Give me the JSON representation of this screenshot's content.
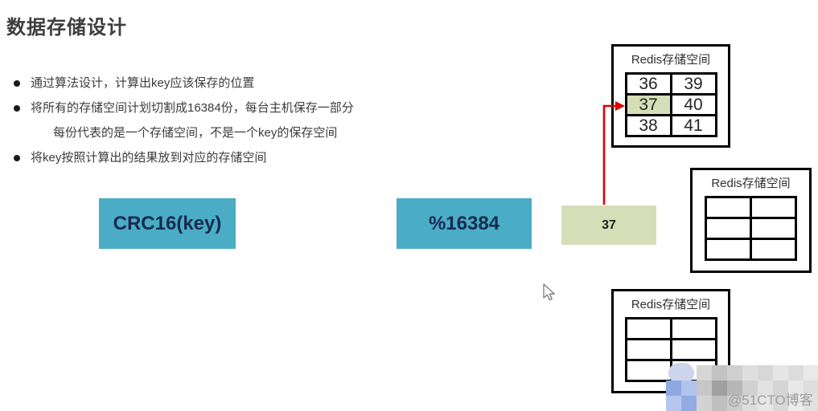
{
  "slide": {
    "title": "数据存储设计",
    "bullets": [
      {
        "text": "通过算法设计，计算出key应该保存的位置",
        "indent": false
      },
      {
        "text": "将所有的存储空间计划切割成16384份，每台主机保存一部分",
        "indent": false
      },
      {
        "text": "每份代表的是一个存储空间，不是一个key的保存空间",
        "indent": true
      },
      {
        "text": "将key按照计算出的结果放到对应的存储空间",
        "indent": false
      }
    ]
  },
  "flow": {
    "crc_label": "CRC16(key)",
    "mod_label": "%16384",
    "result_label": "37"
  },
  "tables": [
    {
      "title": "Redis存储空间",
      "cells": [
        "36",
        "39",
        "37",
        "40",
        "38",
        "41"
      ],
      "highlighted_cell": "37"
    },
    {
      "title": "Redis存储空间",
      "cells": [
        "",
        "",
        "",
        "",
        "",
        ""
      ]
    },
    {
      "title": "Redis存储空间",
      "cells": [
        "",
        "",
        "",
        "",
        "",
        ""
      ]
    }
  ],
  "colors": {
    "accent_teal": "#4BACC6",
    "highlight_green": "#D6DEB8",
    "arrow_red": "#DB0000",
    "title_text": "#3D3D3D",
    "body_text": "#3C3C3C",
    "table_border": "#000000",
    "watermark_gray": "#9C9C9C"
  },
  "watermark": {
    "text": "@51CTO博客"
  }
}
